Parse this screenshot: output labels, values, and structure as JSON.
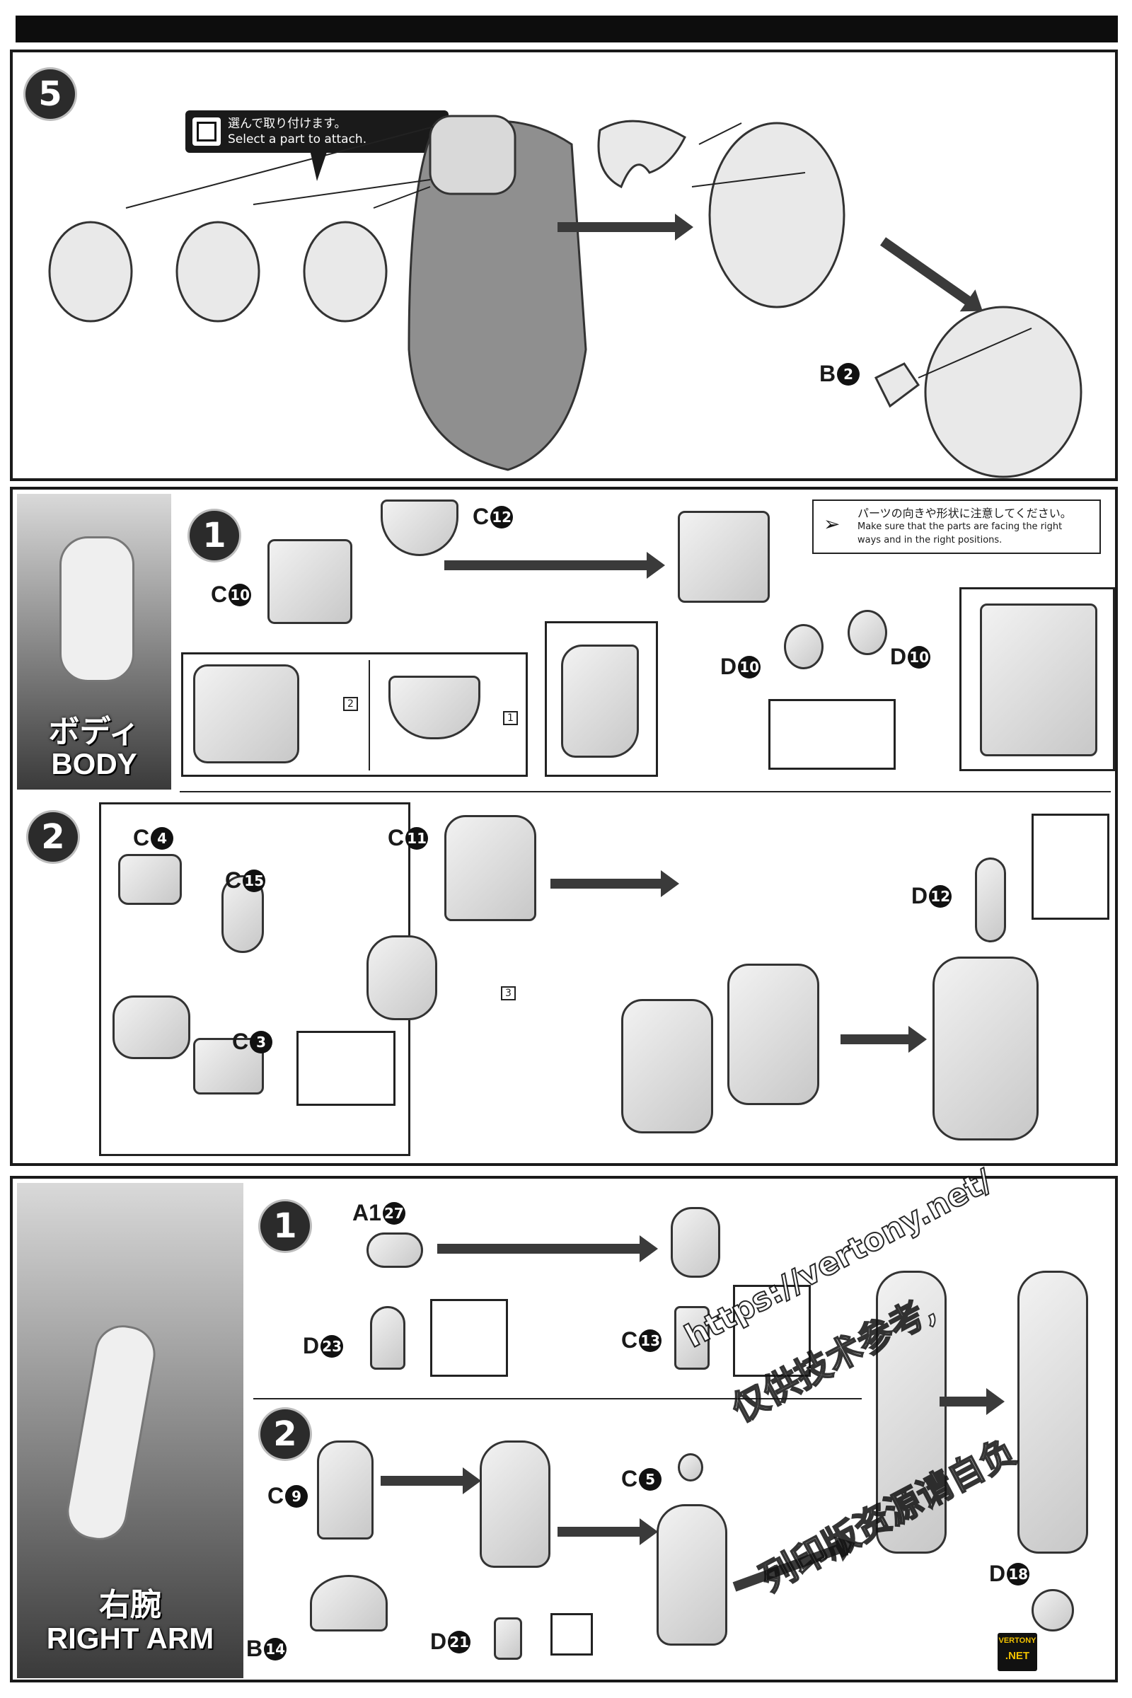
{
  "step5": {
    "badge": "5",
    "notice_jp": "選んで取り付けます。",
    "notice_en": "Select a part to attach.",
    "label_b": "B",
    "label_b_num": "2"
  },
  "body": {
    "sidebar_jp": "ボディ",
    "sidebar_en": "BODY",
    "step1": {
      "badge": "1",
      "labels": [
        {
          "letter": "C",
          "num": "12"
        },
        {
          "letter": "C",
          "num": "10"
        },
        {
          "letter": "D",
          "num": "10"
        },
        {
          "letter": "D",
          "num": "10"
        }
      ],
      "notice_jp": "パーツの向きや形状に注意してください。",
      "notice_en_1": "Make sure that the parts are facing the right",
      "notice_en_2": "ways and in the right positions.",
      "tag_2": "2",
      "tag_1": "1"
    },
    "step2": {
      "badge": "2",
      "labels": [
        {
          "letter": "C",
          "num": "4"
        },
        {
          "letter": "C",
          "num": "15"
        },
        {
          "letter": "C",
          "num": "3"
        },
        {
          "letter": "C",
          "num": "11"
        },
        {
          "letter": "D",
          "num": "12"
        }
      ],
      "tag_3": "3"
    }
  },
  "right_arm": {
    "sidebar_jp": "右腕",
    "sidebar_en": "RIGHT ARM",
    "step1": {
      "badge": "1",
      "labels": [
        {
          "letter": "A1",
          "num": "27"
        },
        {
          "letter": "D",
          "num": "23"
        },
        {
          "letter": "C",
          "num": "13"
        }
      ]
    },
    "step2": {
      "badge": "2",
      "labels": [
        {
          "letter": "C",
          "num": "9"
        },
        {
          "letter": "B",
          "num": "14"
        },
        {
          "letter": "D",
          "num": "21"
        },
        {
          "letter": "C",
          "num": "5"
        },
        {
          "letter": "D",
          "num": "18"
        }
      ]
    }
  },
  "watermark": {
    "url": "https://vertony.net/",
    "line1": "仅供技术参考,",
    "line2": "列印版资源请自负",
    "logo_1": "VERTONY",
    "logo_2": ".NET"
  }
}
